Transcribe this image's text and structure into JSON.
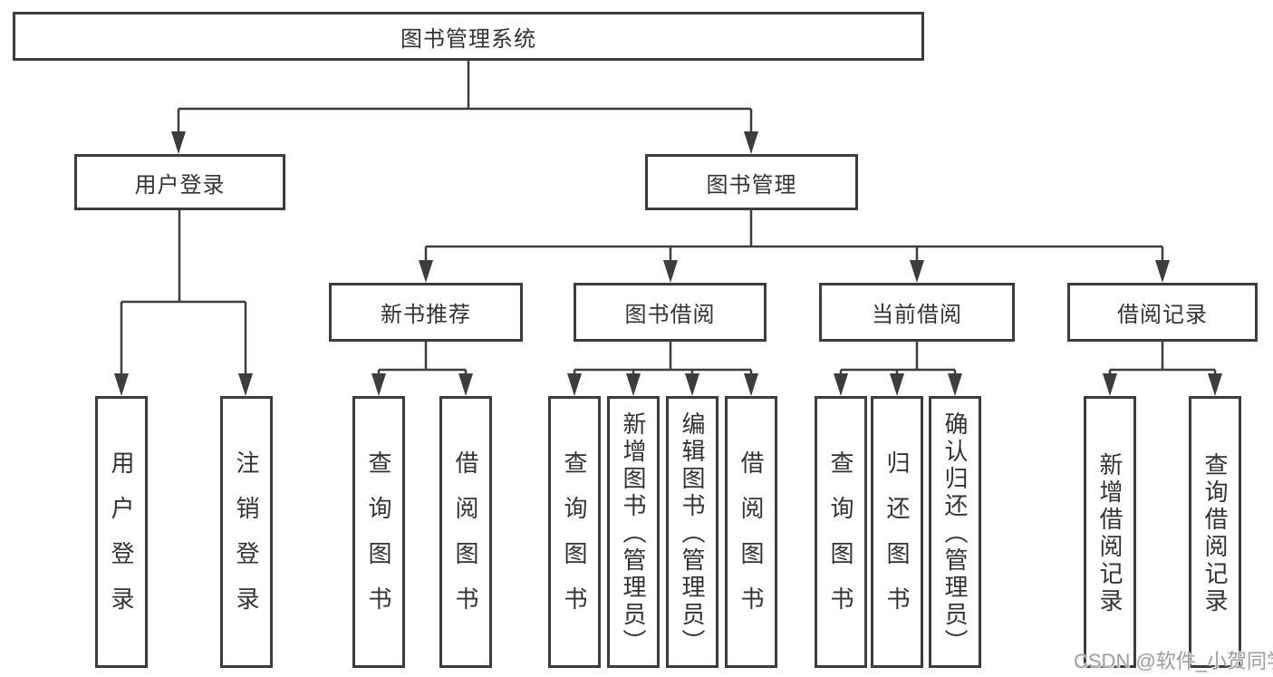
{
  "diagram": {
    "root": {
      "label": "图书管理系统"
    },
    "level2": {
      "user_login": {
        "label": "用户登录"
      },
      "book_mgmt": {
        "label": "图书管理"
      }
    },
    "level3": {
      "new_books": {
        "label": "新书推荐"
      },
      "book_borrow": {
        "label": "图书借阅"
      },
      "current_borrow": {
        "label": "当前借阅"
      },
      "borrow_records": {
        "label": "借阅记录"
      }
    },
    "leaves": {
      "user_login": [
        "用户登录",
        "注销登录"
      ],
      "new_books": [
        "查询图书",
        "借阅图书"
      ],
      "book_borrow": [
        "查询图书",
        "新增图书（管理员）",
        "编辑图书（管理员）",
        "借阅图书"
      ],
      "current_borrow": [
        "查询图书",
        "归还图书",
        "确认归还（管理员）"
      ],
      "borrow_records": [
        "新增借阅记录",
        "查询借阅记录"
      ]
    }
  },
  "watermark": {
    "text": "CSDN @软件_小贺同学"
  },
  "colors": {
    "line": "#3d3d3d",
    "text": "#333333",
    "background": "#ffffff",
    "watermark": "#9e9e9e"
  }
}
